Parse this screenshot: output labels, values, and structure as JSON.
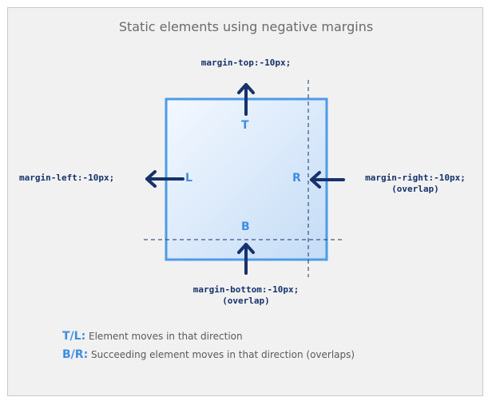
{
  "title": "Static elements using negative margins",
  "labels": {
    "top": "margin-top:-10px;",
    "left": "margin-left:-10px;",
    "right": "margin-right:-10px;\n(overlap)",
    "bottom": "margin-bottom:-10px;\n(overlap)"
  },
  "letters": {
    "top": "T",
    "left": "L",
    "right": "R",
    "bottom": "B"
  },
  "legend": [
    {
      "key": "T/L:",
      "text": "Element moves in that direction"
    },
    {
      "key": "B/R:",
      "text": "Succeeding element moves in that direction (overlaps)"
    }
  ],
  "colors": {
    "box_border": "#4d9be8",
    "arrow": "#17326b",
    "letters": "#3f8ee0",
    "dashed": "#17326b"
  }
}
